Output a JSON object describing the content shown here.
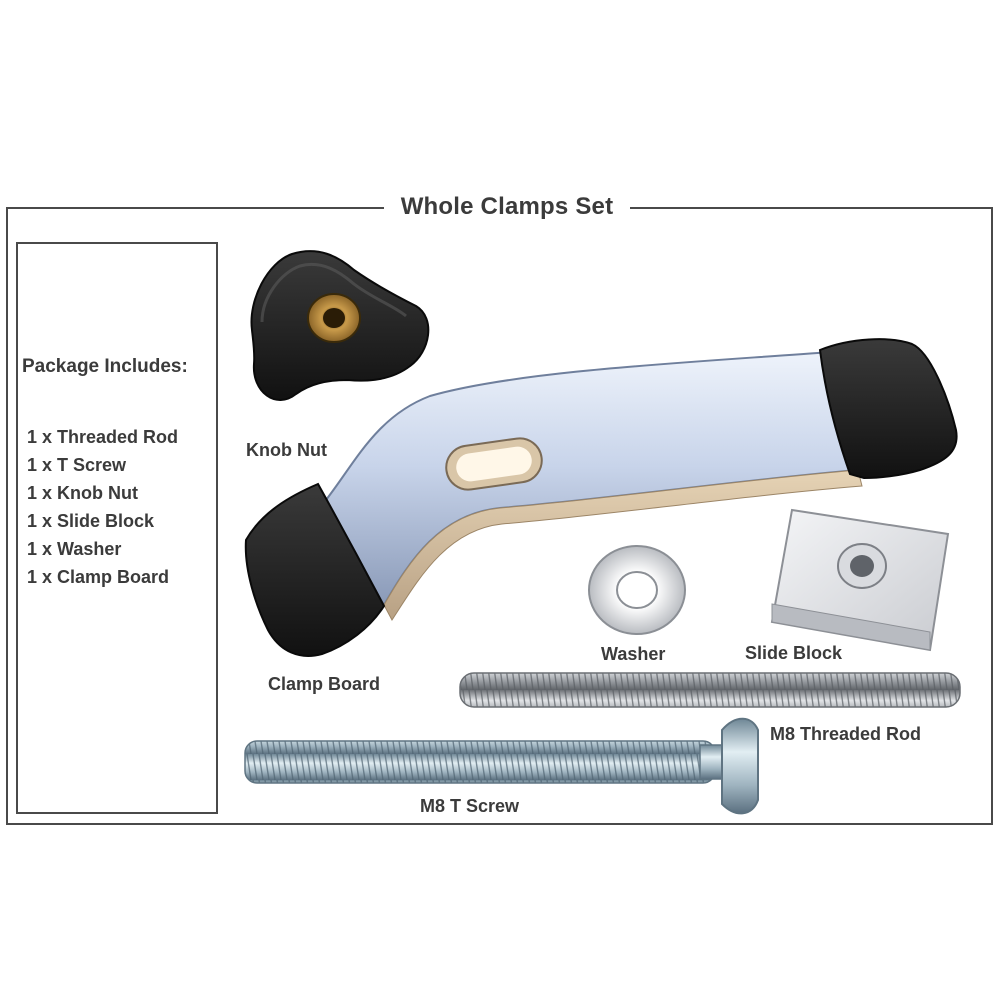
{
  "header": {
    "title": "Whole Clamps Set"
  },
  "package": {
    "heading": "Package Includes:",
    "items": [
      "1 x Threaded Rod",
      "1 x T Screw",
      "1 x Knob Nut",
      "1 x Slide Block",
      "1 x Washer",
      "1 x Clamp Board"
    ]
  },
  "parts": {
    "knob_nut": "Knob Nut",
    "clamp_board": "Clamp Board",
    "washer": "Washer",
    "slide_block": "Slide Block",
    "threaded_rod": "M8 Threaded Rod",
    "t_screw": "M8 T Screw"
  },
  "colors": {
    "rubber": "#1c1c1c",
    "aluminum": "#c9d6ec",
    "brass": "#b58a3c",
    "steel": "#a9adb3",
    "zinc": "#9db7c6"
  }
}
